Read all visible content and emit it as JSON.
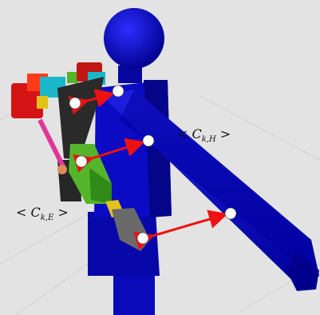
{
  "labels": {
    "human_distance": {
      "open": "< ",
      "symbol": "C",
      "subscript": "k,H",
      "close": " >"
    },
    "exo_distance": {
      "open": "< ",
      "symbol": "C",
      "subscript": "k,E",
      "close": " >"
    }
  },
  "colors": {
    "background": "#e3e3e3",
    "human_body": "#0a0ab8",
    "human_body_dark": "#00007a",
    "arrow": "#ee1111",
    "marker": "#ffffff",
    "exo_green": "#55b52a",
    "exo_dark": "#2a2a2a",
    "exo_red": "#d41414",
    "exo_pink": "#e0379a",
    "exo_cyan": "#19b7c9",
    "exo_yellow": "#e2c21a"
  }
}
